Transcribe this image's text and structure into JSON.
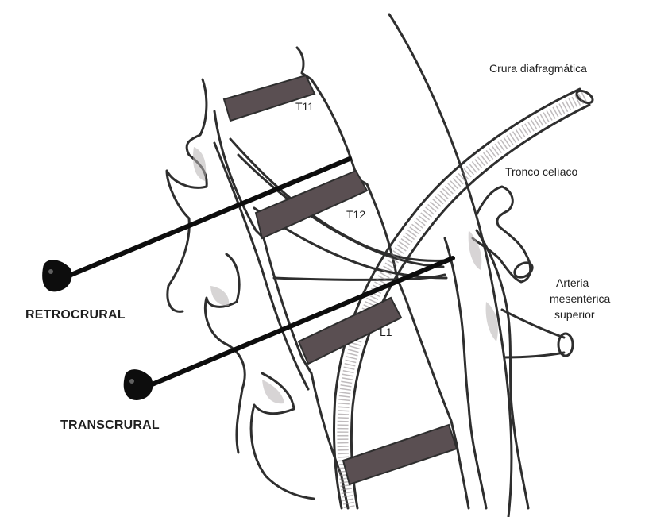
{
  "labels": {
    "crura": "Crura diafragmática",
    "tronco": "Tronco celíaco",
    "arteria_lines": [
      "Arteria",
      "mesentérica",
      "superior"
    ],
    "t11": "T11",
    "t12": "T12",
    "l1": "L1",
    "retrocrural": "RETROCRURAL",
    "transcrural": "TRANSCRURAL"
  },
  "colors": {
    "line": "#2e2e2e",
    "disc": "#5a4f52",
    "bone_shade": "#b7b2b3",
    "needle": "#0d0d0d"
  }
}
